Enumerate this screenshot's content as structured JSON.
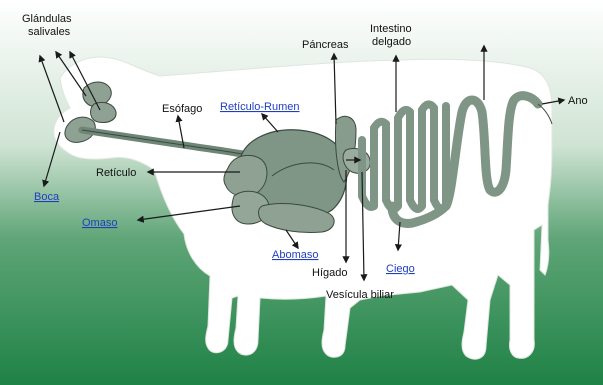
{
  "labels": {
    "glandulas": [
      "Glándulas",
      "salivales"
    ],
    "esofago": "Esófago",
    "reticulo_rumen": "Retículo-Rumen",
    "pancreas": "Páncreas",
    "intestino": [
      "Intestino",
      "delgado"
    ],
    "ano": "Ano",
    "reticulo": "Retículo",
    "boca": "Boca",
    "omaso": "Omaso",
    "abomaso": "Abomaso",
    "higado": "Hígado",
    "ciego": "Ciego",
    "vesicula": "Vesícula biliar"
  },
  "colors": {
    "background_top": "#ffffff",
    "background_bottom": "#1f8246",
    "cow_fill": "#ffffff",
    "organ_fill": "#7f9686",
    "organ_stroke": "#3a4a40",
    "link": "#1f3fbf"
  }
}
